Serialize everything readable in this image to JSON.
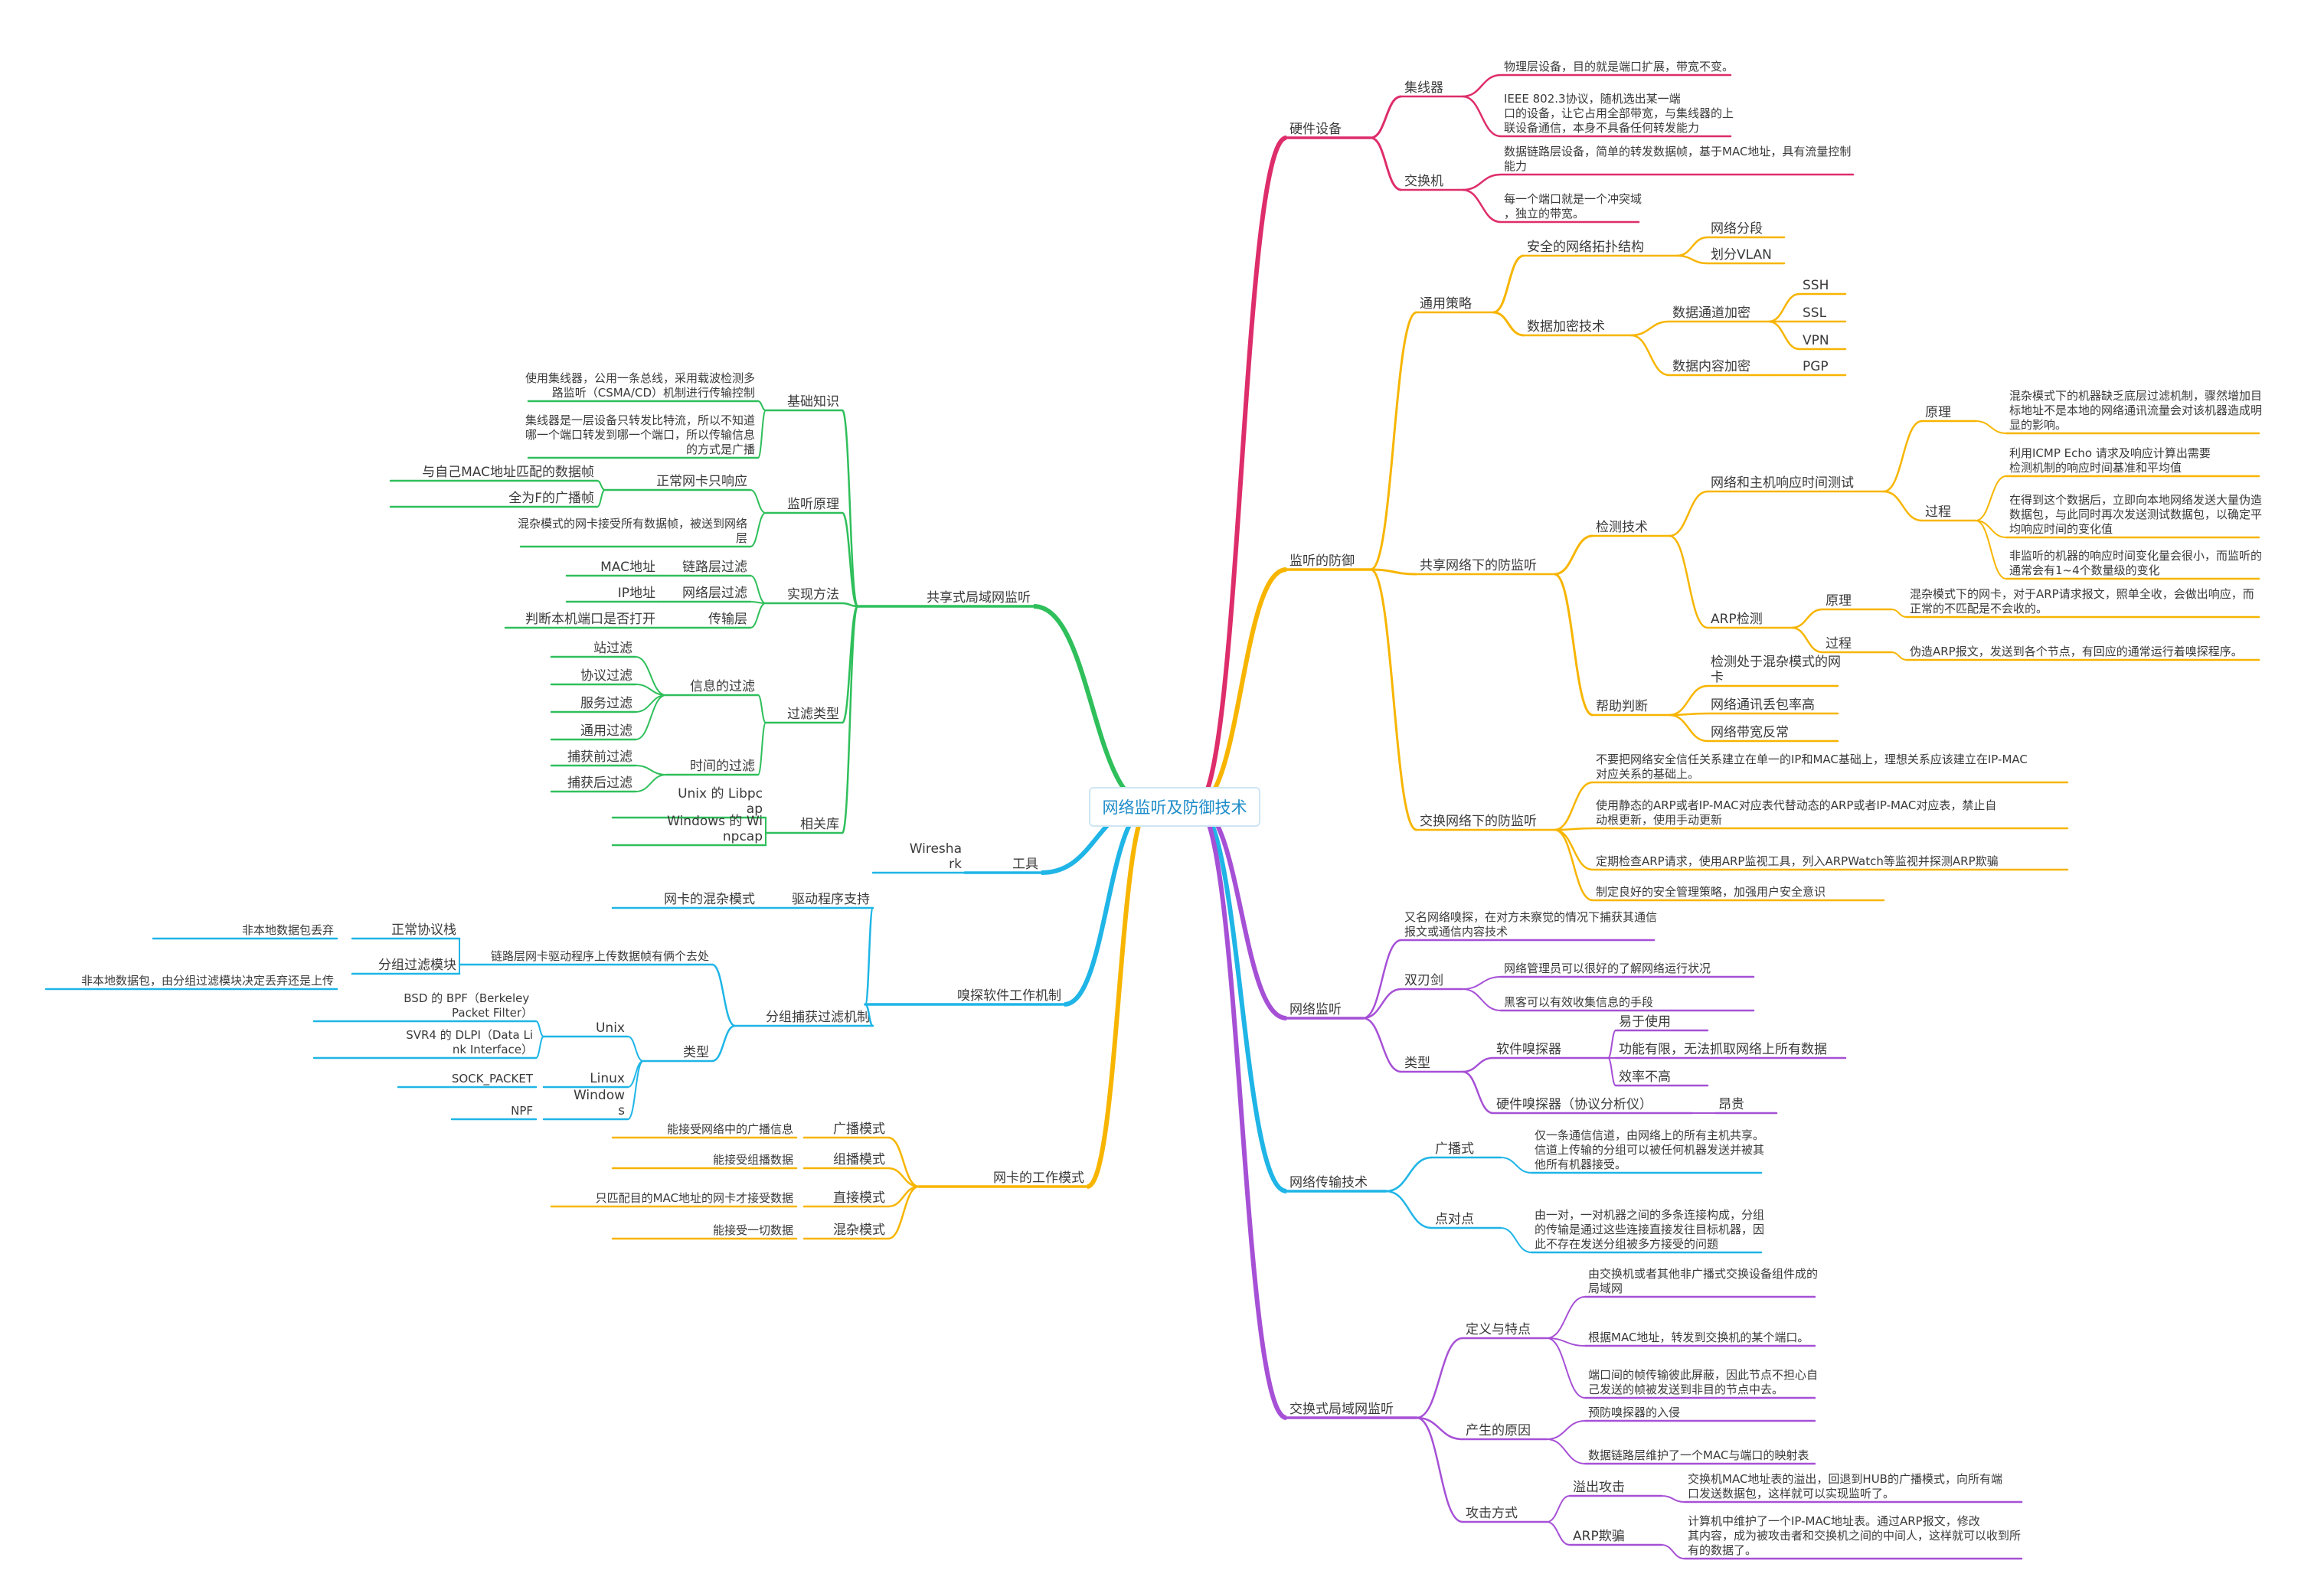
{
  "title": "网络监听及防御技术",
  "colors": {
    "red": "#de2d6b",
    "yellow": "#f7b500",
    "purple": "#a650d6",
    "blue": "#1fb5e6",
    "green": "#2fbf5b",
    "text": "#3a3a3a"
  },
  "branches": {
    "hardware": {
      "label": "硬件设备",
      "hub": {
        "label": "集线器",
        "notes": [
          "物理层设备，目的就是端口扩展，带宽不变。",
          "IEEE 802.3协议，随机选出某一端口的设备，让它占用全部带宽，与集线器的上联设备通信，本身不具备任何转发能力"
        ]
      },
      "switch": {
        "label": "交换机",
        "notes": [
          "数据链路层设备，简单的转发数据帧，基于MAC地址，具有流量控制能力",
          "每一个端口就是一个冲突域，独立的带宽。"
        ]
      }
    },
    "defense": {
      "label": "监听的防御",
      "general": {
        "label": "通用策略",
        "topology": {
          "label": "安全的网络拓扑结构",
          "items": [
            "网络分段",
            "划分VLAN"
          ]
        },
        "encryption": {
          "label": "数据加密技术",
          "channel": "数据通道加密",
          "channel_items": [
            "SSH",
            "SSL",
            "VPN"
          ],
          "content": "数据内容加密",
          "content_items": [
            "PGP"
          ]
        }
      },
      "shared": {
        "label": "共享网络下的防监听",
        "detect": {
          "label": "检测技术",
          "rtt": {
            "label": "网络和主机响应时间测试",
            "principle": "原理",
            "principle_note": "混杂模式下的机器缺乏底层过滤机制，骤然增加目标地址不是本地的网络通讯流量会对该机器造成明显的影响。",
            "process": "过程",
            "process_notes": [
              "利用ICMP Echo 请求及响应计算出需要检测机制的响应时间基准和平均值",
              "在得到这个数据后，立即向本地网络发送大量伪造数据包，与此同时再次发送测试数据包，以确定平均响应时间的变化值",
              "非监听的机器的响应时间变化量会很小，而监听的通常会有1~4个数量级的变化"
            ]
          },
          "arp": {
            "label": "ARP检测",
            "principle": "原理",
            "principle_note": "混杂模式下的网卡，对于ARP请求报文，照单全收，会做出响应，而正常的不匹配是不会收的。",
            "process": "过程",
            "process_note": "伪造ARP报文，发送到各个节点，有回应的通常运行着嗅探程序。"
          }
        },
        "judge": {
          "label": "帮助判断",
          "items": [
            "检测处于混杂模式的网卡",
            "网络通讯丢包率高",
            "网络带宽反常"
          ]
        }
      },
      "switched": {
        "label": "交换网络下的防监听",
        "items": [
          "不要把网络安全信任关系建立在单一的IP和MAC基础上，理想关系应该建立在IP-MAC对应关系的基础上。",
          "使用静态的ARP或者IP-MAC对应表代替动态的ARP或者IP-MAC对应表，禁止自动根更新，使用手动更新",
          "定期检查ARP请求，使用ARP监视工具，列入ARPWatch等监视并探测ARP欺骗",
          "制定良好的安全管理策略，加强用户安全意识"
        ]
      }
    },
    "monitor": {
      "label": "网络监听",
      "desc": "又名网络嗅探，在对方未察觉的情况下捕获其通信报文或通信内容技术",
      "double": {
        "label": "双刃剑",
        "items": [
          "网络管理员可以很好的了解网络运行状况",
          "黑客可以有效收集信息的手段"
        ]
      },
      "types": {
        "label": "类型",
        "soft": "软件嗅探器",
        "soft_items": [
          "易于使用",
          "功能有限，无法抓取网络上所有数据",
          "效率不高"
        ],
        "hard": "硬件嗅探器（协议分析仪）",
        "hard_items": [
          "昂贵"
        ]
      }
    },
    "transfer": {
      "label": "网络传输技术",
      "broadcast": {
        "label": "广播式",
        "note": "仅一条通信信道，由网络上的所有主机共享。信道上传输的分组可以被任何机器发送并被其他所有机器接受。"
      },
      "p2p": {
        "label": "点对点",
        "note": "由一对，一对机器之间的多条连接构成，分组的传输是通过这些连接直接发往目标机器，因此不存在发送分组被多方接受的问题"
      }
    },
    "switched_lan": {
      "label": "交换式局域网监听",
      "feature": {
        "label": "定义与特点",
        "items": [
          "由交换机或者其他非广播式交换设备组件成的局域网",
          "根据MAC地址，转发到交换机的某个端口。",
          "端口间的帧传输彼此屏蔽，因此节点不担心自己发送的帧被发送到非目的节点中去。"
        ]
      },
      "cause": {
        "label": "产生的原因",
        "items": [
          "预防嗅探器的入侵",
          "数据链路层维护了一个MAC与端口的映射表"
        ]
      },
      "attack": {
        "label": "攻击方式",
        "overflow": {
          "label": "溢出攻击",
          "note": "交换机MAC地址表的溢出，回退到HUB的广播模式，向所有端口发送数据包，这样就可以实现监听了。"
        },
        "spoof": {
          "label": "ARP欺骗",
          "note": "计算机中维护了一个IP-MAC地址表。通过ARP报文，修改其内容，成为被攻击者和交换机之间的中间人，这样就可以收到所有的数据了。"
        }
      }
    },
    "nic_modes": {
      "label": "网卡的工作模式",
      "modes": [
        {
          "label": "广播模式",
          "note": "能接受网络中的广播信息"
        },
        {
          "label": "组播模式",
          "note": "能接受组播数据"
        },
        {
          "label": "直接模式",
          "note": "只匹配目的MAC地址的网卡才接受数据"
        },
        {
          "label": "混杂模式",
          "note": "能接受一切数据"
        }
      ]
    },
    "sniffer": {
      "label": "嗅探软件工作机制",
      "driver": {
        "label": "驱动程序支持",
        "note": "网卡的混杂模式"
      },
      "filter": {
        "label": "分组捕获过滤机制",
        "desc": "链路层网卡驱动程序上传数据帧有俩个去处",
        "normal": {
          "label": "正常协议栈",
          "note": "非本地数据包丢弃"
        },
        "module": {
          "label": "分组过滤模块",
          "note": "非本地数据包，由分组过滤模块决定丢弃还是上传"
        },
        "types": {
          "label": "类型",
          "items": [
            {
              "label": "Unix",
              "notes": [
                "BSD 的 BPF（Berkeley Packet Filter）",
                "SVR4 的 DLPI（Data Link Interface）"
              ]
            },
            {
              "label": "Linux",
              "notes": [
                "SOCK_PACKET"
              ]
            },
            {
              "label": "Windows",
              "notes": [
                "NPF"
              ]
            }
          ]
        }
      }
    },
    "tools": {
      "label": "工具",
      "note": "Wireshark"
    },
    "shared_lan": {
      "label": "共享式局域网监听",
      "basics": {
        "label": "基础知识",
        "notes": [
          "使用集线器，公用一条总线，采用载波检测多路监听（CSMA/CD）机制进行传输控制",
          "集线器是一层设备只转发比特流，所以不知道哪一个端口转发到哪一个端口，所以传输信息的方式是广播"
        ]
      },
      "principle": {
        "label": "监听原理",
        "normal": "正常网卡只响应",
        "normal_items": [
          "与自己MAC地址匹配的数据帧",
          "全为F的广播帧"
        ],
        "promisc": "混杂模式的网卡接受所有数据帧，被送到网络层"
      },
      "methods": {
        "label": "实现方法",
        "items": [
          {
            "label": "链路层过滤",
            "note": "MAC地址"
          },
          {
            "label": "网络层过滤",
            "note": "IP地址"
          },
          {
            "label": "传输层",
            "note": "判断本机端口是否打开"
          }
        ]
      },
      "filters": {
        "label": "过滤类型",
        "info": "信息的过滤",
        "info_items": [
          "站过滤",
          "协议过滤",
          "服务过滤",
          "通用过滤"
        ],
        "time": "时间的过滤",
        "time_items": [
          "捕获前过滤",
          "捕获后过滤"
        ]
      },
      "libs": {
        "label": "相关库",
        "items": [
          "Unix 的 Libpcap",
          "Windows 的 Winpcap"
        ]
      }
    }
  }
}
